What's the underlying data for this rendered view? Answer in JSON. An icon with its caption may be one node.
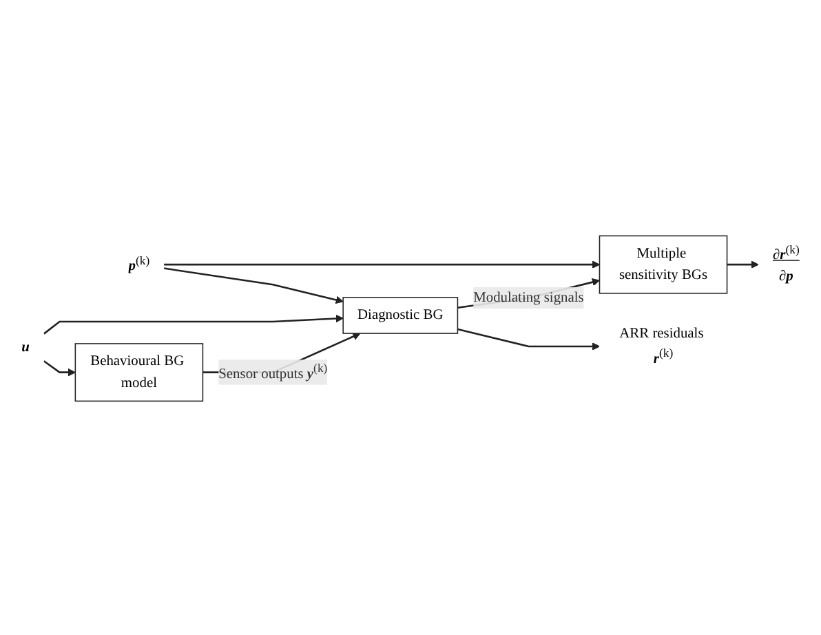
{
  "diagram": {
    "nodes": [
      {
        "text": [
          "Multiple sensitivity BGs"
        ]
      },
      {
        "text": [
          "Diagnostic BG"
        ]
      },
      {
        "text": [
          "Behavioural BG model"
        ]
      },
      {
        "text": [
          "**p**$^{(k)}$"
        ]
      },
      {
        "text": [
          "**u**"
        ]
      },
      {
        "text": [
          "∂**r**$^{(k)}$",
          "∂**p**"
        ]
      },
      {
        "text": [
          "ARR residuals **r**$^{(k)}$"
        ]
      }
    ],
    "edges": [
      {
        "from": 3,
        "to": 0,
        "arrow": "to"
      },
      {
        "from": 3,
        "to": 1,
        "arrow": "to"
      },
      {
        "from": 4,
        "to": 1,
        "arrow": "to"
      },
      {
        "from": 4,
        "to": 2,
        "arrow": "to"
      },
      {
        "from": 0,
        "to": 5,
        "arrow": "to"
      },
      {
        "from": 1,
        "to": 6,
        "arrow": "to"
      },
      {
        "from": 1,
        "to": 0,
        "label": "Modulating signals",
        "arrow": "to"
      },
      {
        "from": 2,
        "to": 1,
        "label": "Sensor outputs **y**$^{(k)}$",
        "arrow": "to"
      }
    ]
  }
}
